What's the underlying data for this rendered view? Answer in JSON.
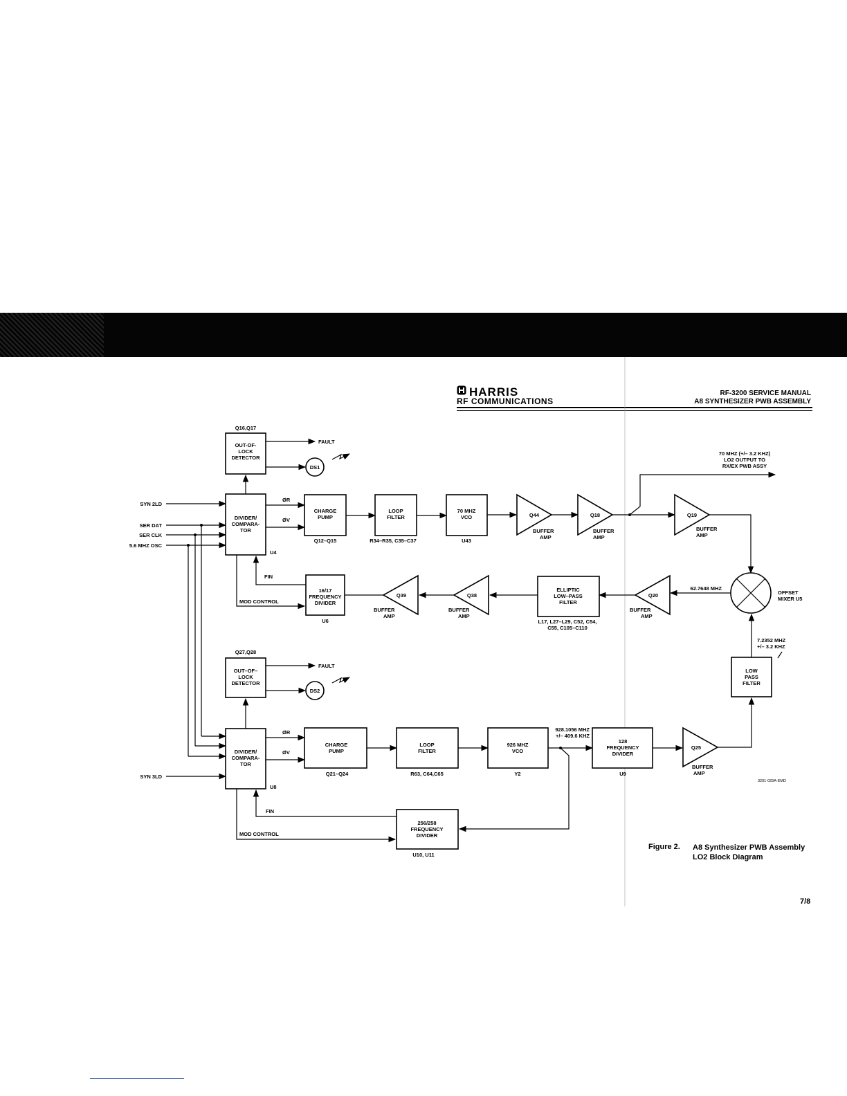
{
  "header": {
    "logo_name": "HARRIS",
    "logo_sub": "RF COMMUNICATIONS",
    "manual_title": "RF-3200 SERVICE MANUAL",
    "manual_subtitle": "A8 SYNTHESIZER PWB ASSEMBLY"
  },
  "inputs": {
    "syn2ld": "SYN 2LD",
    "ser_dat": "SER DAT",
    "ser_clk": "SER CLK",
    "osc": "5.6 MHZ OSC",
    "syn3ld": "SYN 3LD"
  },
  "upper_loop": {
    "lock_detector": {
      "top": "Q16,Q17",
      "line1": "OUT-OF-",
      "line2": "LOCK",
      "line3": "DETECTOR"
    },
    "fault": "FAULT",
    "led": "DS1",
    "divider": {
      "line1": "DIVIDER/",
      "line2": "COMPARA-",
      "line3": "TOR",
      "ref": "U4"
    },
    "phase_r": "ØR",
    "phase_v": "ØV",
    "charge_pump": {
      "line1": "CHARGE",
      "line2": "PUMP",
      "ref": "Q12–Q15"
    },
    "loop_filter": {
      "line1": "LOOP",
      "line2": "FILTER",
      "ref": "R34–R35, C35–C37"
    },
    "vco": {
      "line1": "70 MHZ",
      "line2": "VCO",
      "ref": "U43"
    },
    "q44": "Q44",
    "q18": "Q18",
    "q19": "Q19",
    "buffer": "BUFFER",
    "amp": "AMP",
    "output_label": {
      "line1": "70 MHZ (+/– 3.2 KHZ)",
      "line2": "LO2 OUTPUT TO",
      "line3": "RX/EX PWB ASSY"
    },
    "fin": "FIN",
    "mod_control": "MOD CONTROL",
    "freq_divider": {
      "line1": "16/17",
      "line2": "FREQUENCY",
      "line3": "DIVIDER",
      "ref": "U6"
    },
    "q39": "Q39",
    "q38": "Q38",
    "elliptic": {
      "line1": "ELLIPTIC",
      "line2": "LOW–PASS",
      "line3": "FILTER",
      "ref1": "L17, L27–L29, C52, C54,",
      "ref2": "C55, C105–C110"
    },
    "q20": "Q20",
    "mix_freq": "62.7648 MHZ",
    "mixer": {
      "line1": "OFFSET",
      "line2": "MIXER U5"
    }
  },
  "lower_loop": {
    "if_freq": {
      "line1": "7.2352 MHZ",
      "line2": "+/– 3.2 KHZ"
    },
    "low_pass": {
      "line1": "LOW",
      "line2": "PASS",
      "line3": "FILTER"
    },
    "lock_detector": {
      "top": "Q27,Q28",
      "line1": "OUT–OF–",
      "line2": "LOCK",
      "line3": "DETECTOR"
    },
    "fault": "FAULT",
    "led": "DS2",
    "divider": {
      "line1": "DIVIDER/",
      "line2": "COMPARA-",
      "line3": "TOR",
      "ref": "U8"
    },
    "phase_r": "ØR",
    "phase_v": "ØV",
    "charge_pump": {
      "line1": "CHARGE",
      "line2": "PUMP",
      "ref": "Q21–Q24"
    },
    "loop_filter": {
      "line1": "LOOP",
      "line2": "FILTER",
      "ref": "R63, C64,C65"
    },
    "vco": {
      "line1": "926 MHZ",
      "line2": "VCO",
      "ref": "Y2"
    },
    "vco_freq": {
      "line1": "928.1056 MHZ",
      "line2": "+/– 409.6 KHZ"
    },
    "div128": {
      "line1": "128",
      "line2": "FREQUENCY",
      "line3": "DIVIDER",
      "ref": "U9"
    },
    "q25": "Q25",
    "buffer": "BUFFER",
    "amp": "AMP",
    "fin": "FIN",
    "mod_control": "MOD CONTROL",
    "freq_divider": {
      "line1": "256/258",
      "line2": "FREQUENCY",
      "line3": "DIVIDER",
      "ref": "U10, U11"
    }
  },
  "drawing_id": "3201-029A-EMD",
  "figure": {
    "number": "Figure 2.",
    "title": "A8 Synthesizer PWB Assembly LO2 Block Diagram"
  },
  "page": "7/8"
}
